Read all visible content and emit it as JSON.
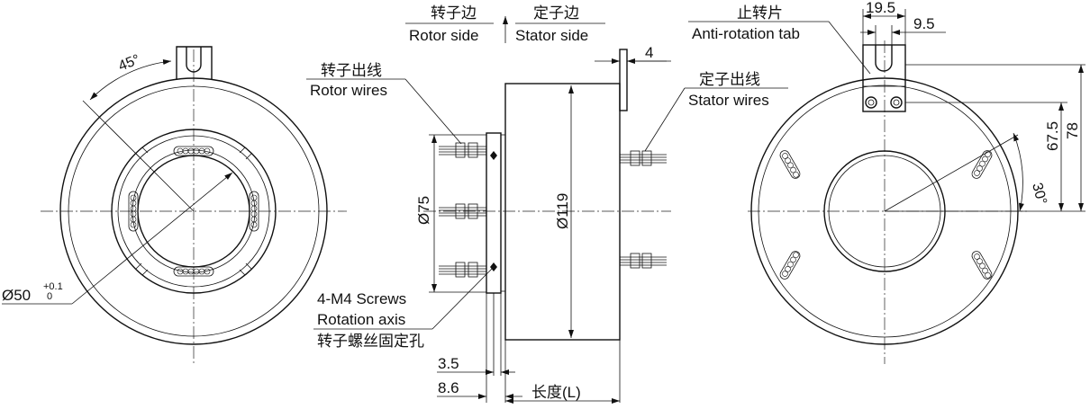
{
  "labels": {
    "rotor_side_cn": "转子边",
    "stator_side_cn": "定子边",
    "rotor_side_en": "Rotor side",
    "stator_side_en": "Stator side",
    "rotor_wires_cn": "转子出线",
    "rotor_wires_en": "Rotor wires",
    "stator_wires_cn": "定子出线",
    "stator_wires_en": "Stator wires",
    "anti_rotation_cn": "止转片",
    "anti_rotation_en": "Anti-rotation tab",
    "screws_en": "4-M4 Screws",
    "rotation_axis_en": "Rotation axis",
    "screws_cn": "转子螺丝固定孔",
    "length_cn": "长度(L)"
  },
  "dimensions": {
    "angle_left": "45°",
    "bore": "Ø50",
    "bore_tol_upper": "+0.1",
    "bore_tol_lower": "0",
    "flange_dia": "Ø75",
    "body_dia": "Ø119",
    "tab_thickness": "4",
    "offset_small": "3.5",
    "offset_large": "8.6",
    "tab_width": "19.5",
    "tab_slot": "9.5",
    "height_hole": "67.5",
    "height_total": "78",
    "angle_right": "30°"
  },
  "colors": {
    "line": "#111111",
    "background": "#ffffff"
  }
}
